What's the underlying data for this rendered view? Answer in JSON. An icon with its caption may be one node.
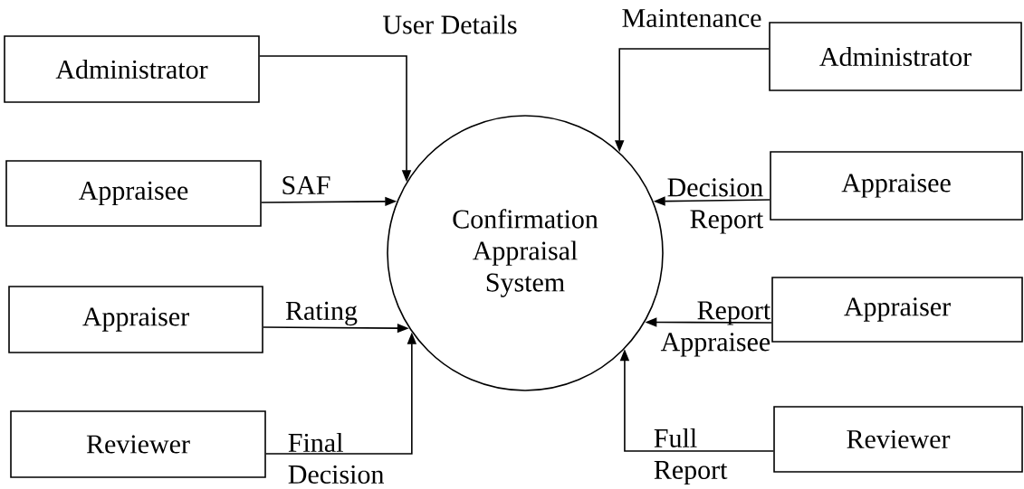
{
  "diagram": {
    "nodes": [
      {
        "text": [
          "Administrator"
        ]
      },
      {
        "text": [
          "Appraisee"
        ]
      },
      {
        "text": [
          "Appraiser"
        ]
      },
      {
        "text": [
          "Reviewer"
        ]
      },
      {
        "text": [
          "Confirmation Appraisal System"
        ]
      },
      {
        "text": [
          "Administrator"
        ]
      },
      {
        "text": [
          "Appraisee"
        ]
      },
      {
        "text": [
          "Appraiser"
        ]
      },
      {
        "text": [
          "Reviewer"
        ]
      }
    ],
    "edges": [
      {
        "from": 0,
        "to": 4,
        "arrow": "to",
        "label": "User Details"
      },
      {
        "from": 1,
        "to": 4,
        "arrow": "to",
        "label": "SAF"
      },
      {
        "from": 2,
        "to": 4,
        "arrow": "to",
        "label": "Rating"
      },
      {
        "from": 3,
        "to": 4,
        "arrow": "to",
        "label": "Final Decision"
      },
      {
        "from": 5,
        "to": 4,
        "arrow": "to",
        "label": "Maintenance"
      },
      {
        "from": 6,
        "to": 4,
        "arrow": "to",
        "label": "Decision Report"
      },
      {
        "from": 7,
        "to": 4,
        "arrow": "to",
        "label": "Report Appraisee"
      },
      {
        "from": 8,
        "to": 4,
        "arrow": "to",
        "label": "Full Report"
      }
    ]
  }
}
